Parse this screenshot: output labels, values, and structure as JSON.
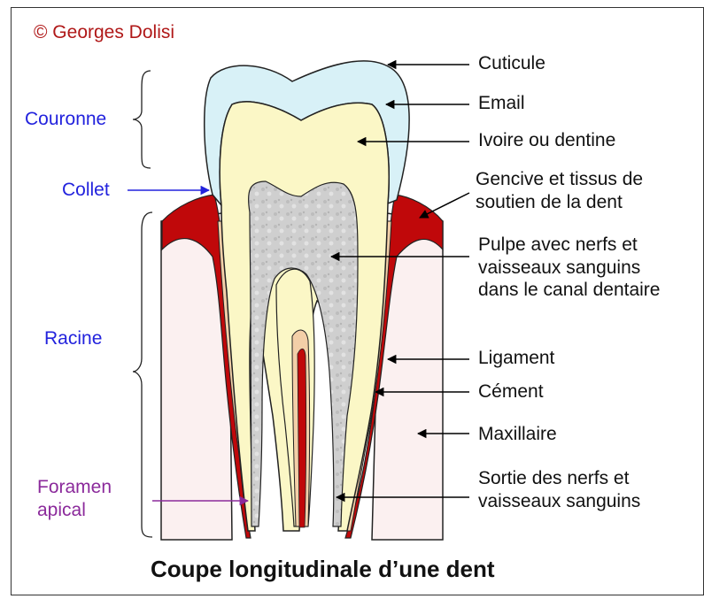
{
  "copyright": "© Georges Dolisi",
  "title": "Coupe longitudinale d’une dent",
  "left_labels": {
    "couronne": "Couronne",
    "collet": "Collet",
    "racine": "Racine",
    "foramen": "Foramen\napical"
  },
  "right_labels": {
    "cuticule": "Cuticule",
    "email": "Email",
    "ivoire": "Ivoire ou dentine",
    "gencive": "Gencive et tissus de\nsoutien de la dent",
    "pulpe": "Pulpe avec nerfs et\nvaisseaux sanguins\ndans le canal dentaire",
    "ligament": "Ligament",
    "cement": "Cément",
    "maxillaire": "Maxillaire",
    "sortie": "Sortie des nerfs et\nvaisseaux sanguins"
  },
  "colors": {
    "enamel": "#d8f1f7",
    "dentin": "#fbf7c6",
    "pulp": "#c9c9c9",
    "gum": "#c0080a",
    "cementum": "#f3cfa8",
    "bone": "#fbf0f0",
    "left_label": "#2222dd",
    "foramen_label": "#8b2a9b",
    "copyright": "#b01818"
  }
}
